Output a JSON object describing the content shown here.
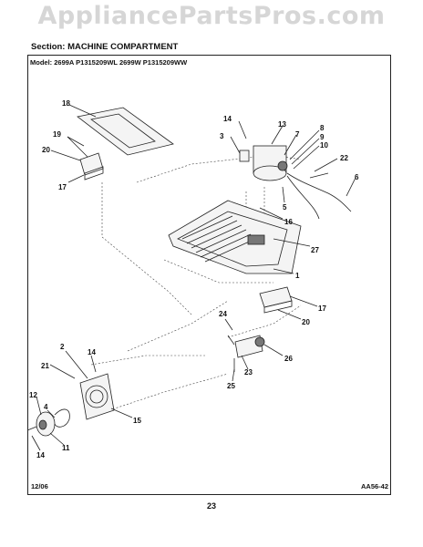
{
  "watermark": "AppliancePartsPros.com",
  "section_label": "Section:  MACHINE COMPARTMENT",
  "model_label": "Model:   2699A P1315209WL 2699W P1315209WW",
  "footer": {
    "date": "12/06",
    "code": "AA56-42"
  },
  "page_number": "23",
  "callouts": [
    "18",
    "19",
    "20",
    "17",
    "14",
    "3",
    "13",
    "7",
    "8",
    "9",
    "10",
    "22",
    "6",
    "5",
    "16",
    "27",
    "1",
    "17",
    "20",
    "24",
    "26",
    "23",
    "25",
    "2",
    "14",
    "21",
    "12",
    "4",
    "11",
    "15",
    "14"
  ]
}
